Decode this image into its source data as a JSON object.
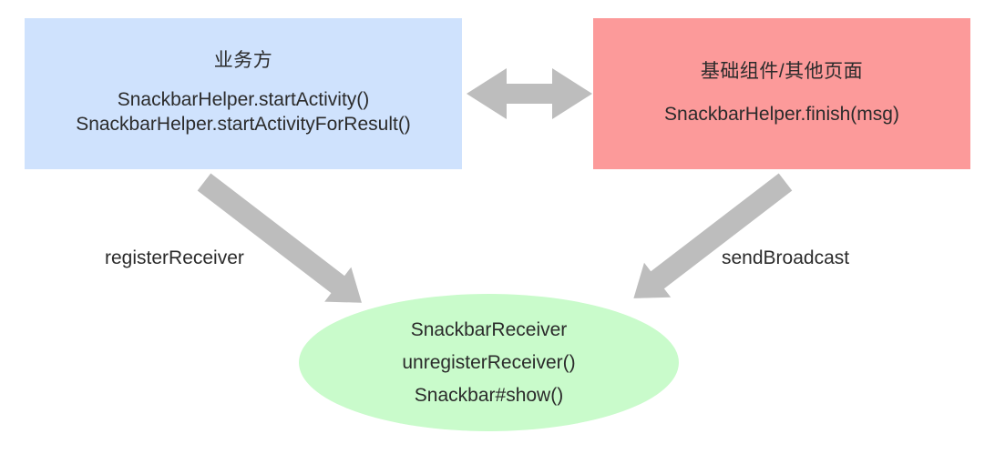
{
  "diagram": {
    "type": "flow-diagram",
    "background_color": "#ffffff",
    "arrow_color": "#bdbdbd",
    "nodes": [
      {
        "id": "business",
        "shape": "rectangle",
        "color": "#cfe2fd",
        "title": "业务方",
        "lines": [
          "SnackbarHelper.startActivity()",
          "SnackbarHelper.startActivityForResult()"
        ]
      },
      {
        "id": "components",
        "shape": "rectangle",
        "color": "#fc9a9a",
        "title": "基础组件/其他页面",
        "lines": [
          "SnackbarHelper.finish(msg)"
        ]
      },
      {
        "id": "receiver",
        "shape": "ellipse",
        "color": "#c9fbcb",
        "lines": [
          "SnackbarReceiver",
          "unregisterReceiver()",
          "Snackbar#show()"
        ]
      }
    ],
    "edges": [
      {
        "id": "business-components",
        "from": "business",
        "to": "components",
        "direction": "bidirectional",
        "label": ""
      },
      {
        "id": "business-receiver",
        "from": "business",
        "to": "receiver",
        "direction": "forward",
        "label": "registerReceiver"
      },
      {
        "id": "components-receiver",
        "from": "components",
        "to": "receiver",
        "direction": "forward",
        "label": "sendBroadcast"
      }
    ]
  }
}
